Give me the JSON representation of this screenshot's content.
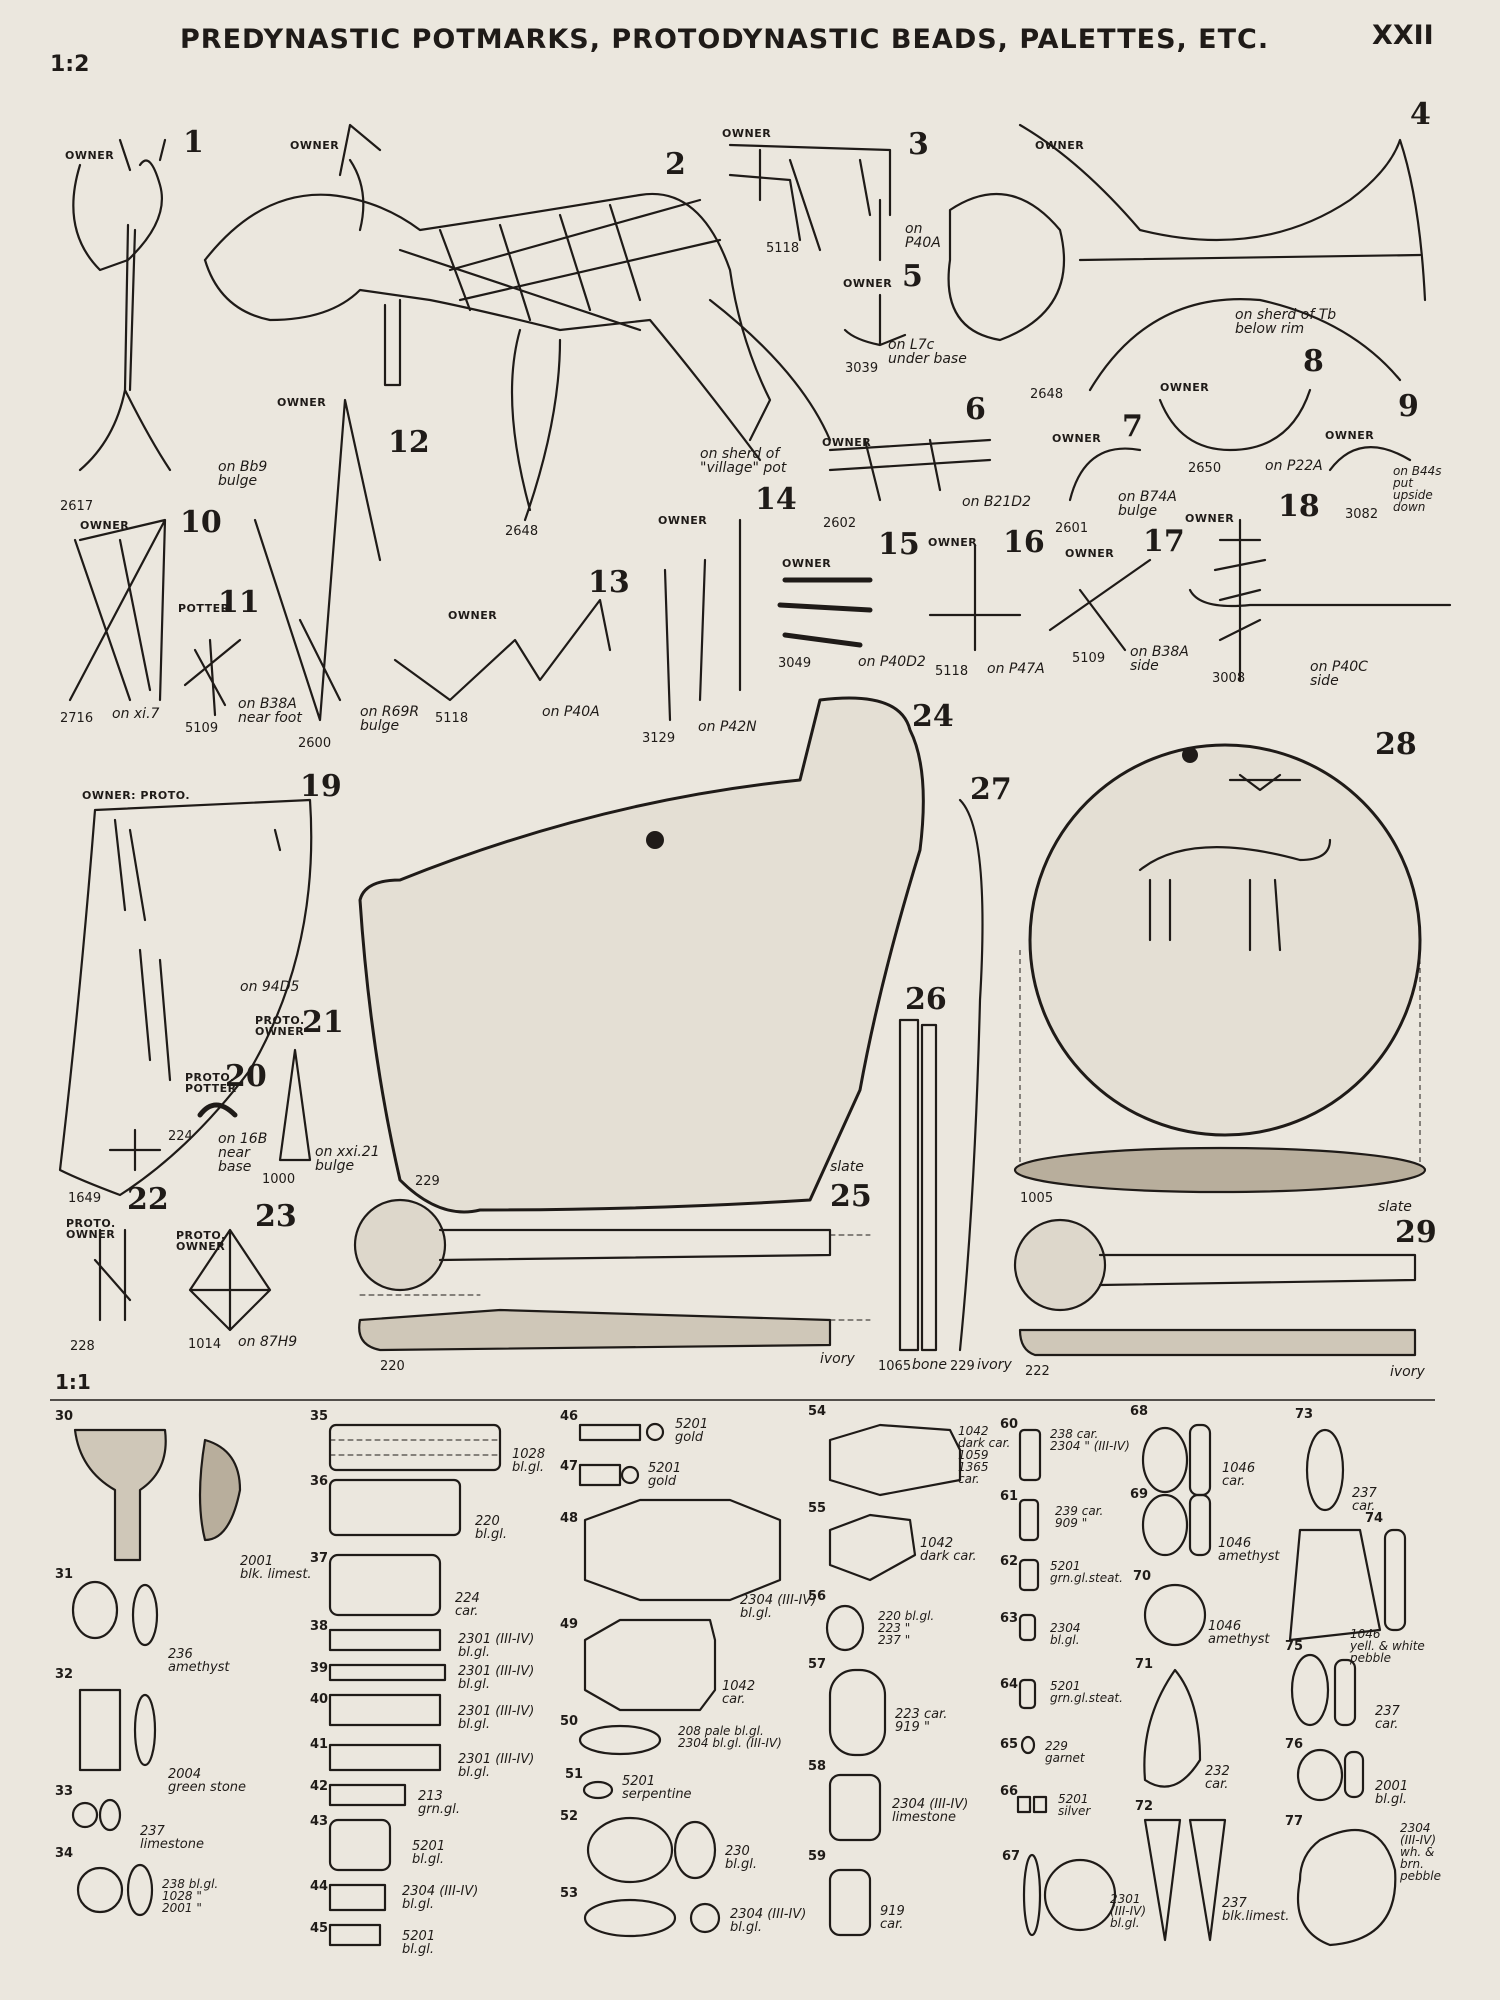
{
  "header": {
    "scale_top": "1:2",
    "title": "PREDYNASTIC POTMARKS, PROTODYNASTIC BEADS, PALETTES, ETC.",
    "plate_number": "XXII",
    "scale_bottom": "1:1"
  },
  "potmarks": {
    "n1": {
      "num": "1",
      "owner": "OWNER",
      "tomb": "2617",
      "note": "on Bb9\nbulge"
    },
    "n2": {
      "num": "2",
      "owner": "OWNER",
      "tomb": "2648",
      "note": "on sherd of\n\"village\" pot"
    },
    "n3": {
      "num": "3",
      "owner": "OWNER",
      "tomb": "5118",
      "note": "on\nP40A"
    },
    "n4": {
      "num": "4",
      "owner": "OWNER",
      "tomb": "2648",
      "note": "on sherd of Tb\nbelow rim"
    },
    "n5": {
      "num": "5",
      "owner": "OWNER",
      "tomb": "3039",
      "note": "on L7c\nunder base"
    },
    "n6": {
      "num": "6",
      "owner": "OWNER",
      "tomb": "2602",
      "note": "on B21D2"
    },
    "n7": {
      "num": "7",
      "owner": "OWNER",
      "tomb": "2601",
      "note": "on B74A\nbulge"
    },
    "n8": {
      "num": "8",
      "owner": "OWNER",
      "tomb": "2650",
      "note": "on P22A"
    },
    "n9": {
      "num": "9",
      "owner": "OWNER",
      "tomb": "3082",
      "note": "on B44s\nput\nupside\ndown"
    },
    "n10": {
      "num": "10",
      "owner": "OWNER",
      "tomb": "2716",
      "note": "on xi.7"
    },
    "n11": {
      "num": "11",
      "owner": "POTTER",
      "tomb": "5109",
      "note": "on B38A\nnear foot"
    },
    "n12": {
      "num": "12",
      "owner": "OWNER",
      "tomb": "2600",
      "note": "on R69R\nbulge"
    },
    "n13": {
      "num": "13",
      "owner": "OWNER",
      "tomb": "5118",
      "note": "on P40A"
    },
    "n14": {
      "num": "14",
      "owner": "OWNER",
      "tomb": "3129",
      "note": "on P42N"
    },
    "n15": {
      "num": "15",
      "owner": "OWNER",
      "tomb": "3049",
      "note": "on P40D2"
    },
    "n16": {
      "num": "16",
      "owner": "OWNER",
      "tomb": "5118",
      "note": "on P47A"
    },
    "n17": {
      "num": "17",
      "owner": "OWNER",
      "tomb": "5109",
      "note": "on B38A\nside"
    },
    "n18": {
      "num": "18",
      "owner": "OWNER",
      "tomb": "3008",
      "note": "on P40C\nside"
    },
    "n19": {
      "num": "19",
      "owner": "OWNER: PROTO.",
      "tomb": "1649",
      "note": "on 94D5"
    },
    "n20": {
      "num": "20",
      "owner": "PROTO.\nPOTTER",
      "tomb": "224",
      "note": "on 16B\nnear\nbase"
    },
    "n21": {
      "num": "21",
      "owner": "PROTO.\nOWNER",
      "tomb": "1000",
      "note": "on xxi.21\nbulge"
    },
    "n22": {
      "num": "22",
      "owner": "PROTO.\nOWNER",
      "tomb": "228"
    },
    "n23": {
      "num": "23",
      "owner": "PROTO.\nOWNER",
      "tomb": "1014",
      "note": "on 87H9"
    }
  },
  "objects": {
    "n24": {
      "num": "24",
      "tomb": "229",
      "material": "slate"
    },
    "n25": {
      "num": "25",
      "tomb": "220",
      "material": "ivory"
    },
    "n26": {
      "num": "26",
      "tomb": "1065",
      "material": "bone"
    },
    "n27": {
      "num": "27",
      "tomb": "229",
      "material": "ivory"
    },
    "n28": {
      "num": "28",
      "tomb": "1005",
      "material": "slate"
    },
    "n29": {
      "num": "29",
      "tomb": "222",
      "material": "ivory"
    }
  },
  "beads": [
    {
      "num": "30",
      "text": "2001\nblk. limest."
    },
    {
      "num": "31",
      "text": "236\namethyst"
    },
    {
      "num": "32",
      "text": "2004\ngreen stone"
    },
    {
      "num": "33",
      "text": "237\nlimestone"
    },
    {
      "num": "34",
      "text": "238 bl.gl.\n1028 \"\n2001 \""
    },
    {
      "num": "35",
      "text": "1028\nbl.gl."
    },
    {
      "num": "36",
      "text": "220\nbl.gl."
    },
    {
      "num": "37",
      "text": "224\ncar."
    },
    {
      "num": "38",
      "text": "2301 (III-IV)\nbl.gl."
    },
    {
      "num": "39",
      "text": "2301 (III-IV)\nbl.gl."
    },
    {
      "num": "40",
      "text": "2301 (III-IV)\nbl.gl."
    },
    {
      "num": "41",
      "text": "2301 (III-IV)\nbl.gl."
    },
    {
      "num": "42",
      "text": "213\ngrn.gl."
    },
    {
      "num": "43",
      "text": "5201\nbl.gl."
    },
    {
      "num": "44",
      "text": "2304 (III-IV)\nbl.gl."
    },
    {
      "num": "45",
      "text": "5201\nbl.gl."
    },
    {
      "num": "46",
      "text": "5201\ngold"
    },
    {
      "num": "47",
      "text": "5201\ngold"
    },
    {
      "num": "48",
      "text": "2304 (III-IV)\nbl.gl."
    },
    {
      "num": "49",
      "text": "1042\ncar."
    },
    {
      "num": "50",
      "text": "208 pale bl.gl.\n2304 bl.gl. (III-IV)"
    },
    {
      "num": "51",
      "text": "5201\nserpentine"
    },
    {
      "num": "52",
      "text": "230\nbl.gl."
    },
    {
      "num": "53",
      "text": "2304 (III-IV)\nbl.gl."
    },
    {
      "num": "54",
      "text": "1042\ndark car.\n1059\n1365\ncar."
    },
    {
      "num": "55",
      "text": "1042\ndark car."
    },
    {
      "num": "56",
      "text": "220 bl.gl.\n223 \"\n237 \""
    },
    {
      "num": "57",
      "text": "223 car.\n919 \""
    },
    {
      "num": "58",
      "text": "2304 (III-IV)\nlimestone"
    },
    {
      "num": "59",
      "text": "919\ncar."
    },
    {
      "num": "60",
      "text": "238 car.\n2304 \" (III-IV)"
    },
    {
      "num": "61",
      "text": "239 car.\n909 \""
    },
    {
      "num": "62",
      "text": "5201\ngrn.gl.steat."
    },
    {
      "num": "63",
      "text": "2304\nbl.gl."
    },
    {
      "num": "64",
      "text": "5201\ngrn.gl.steat."
    },
    {
      "num": "65",
      "text": "229\ngarnet"
    },
    {
      "num": "66",
      "text": "5201\nsilver"
    },
    {
      "num": "67",
      "text": "2301\n(III-IV)\nbl.gl."
    },
    {
      "num": "68",
      "text": "1046\ncar."
    },
    {
      "num": "69",
      "text": "1046\namethyst"
    },
    {
      "num": "70",
      "text": "1046\namethyst"
    },
    {
      "num": "71",
      "text": "232\ncar."
    },
    {
      "num": "72",
      "text": "237\nblk.limest."
    },
    {
      "num": "73",
      "text": "237\ncar."
    },
    {
      "num": "74",
      "text": "1046\nyell. & white\npebble"
    },
    {
      "num": "75",
      "text": "237\ncar."
    },
    {
      "num": "76",
      "text": "2001\nbl.gl."
    },
    {
      "num": "77",
      "text": "2304\n(III-IV)\nwh. &\nbrn.\npebble"
    }
  ]
}
